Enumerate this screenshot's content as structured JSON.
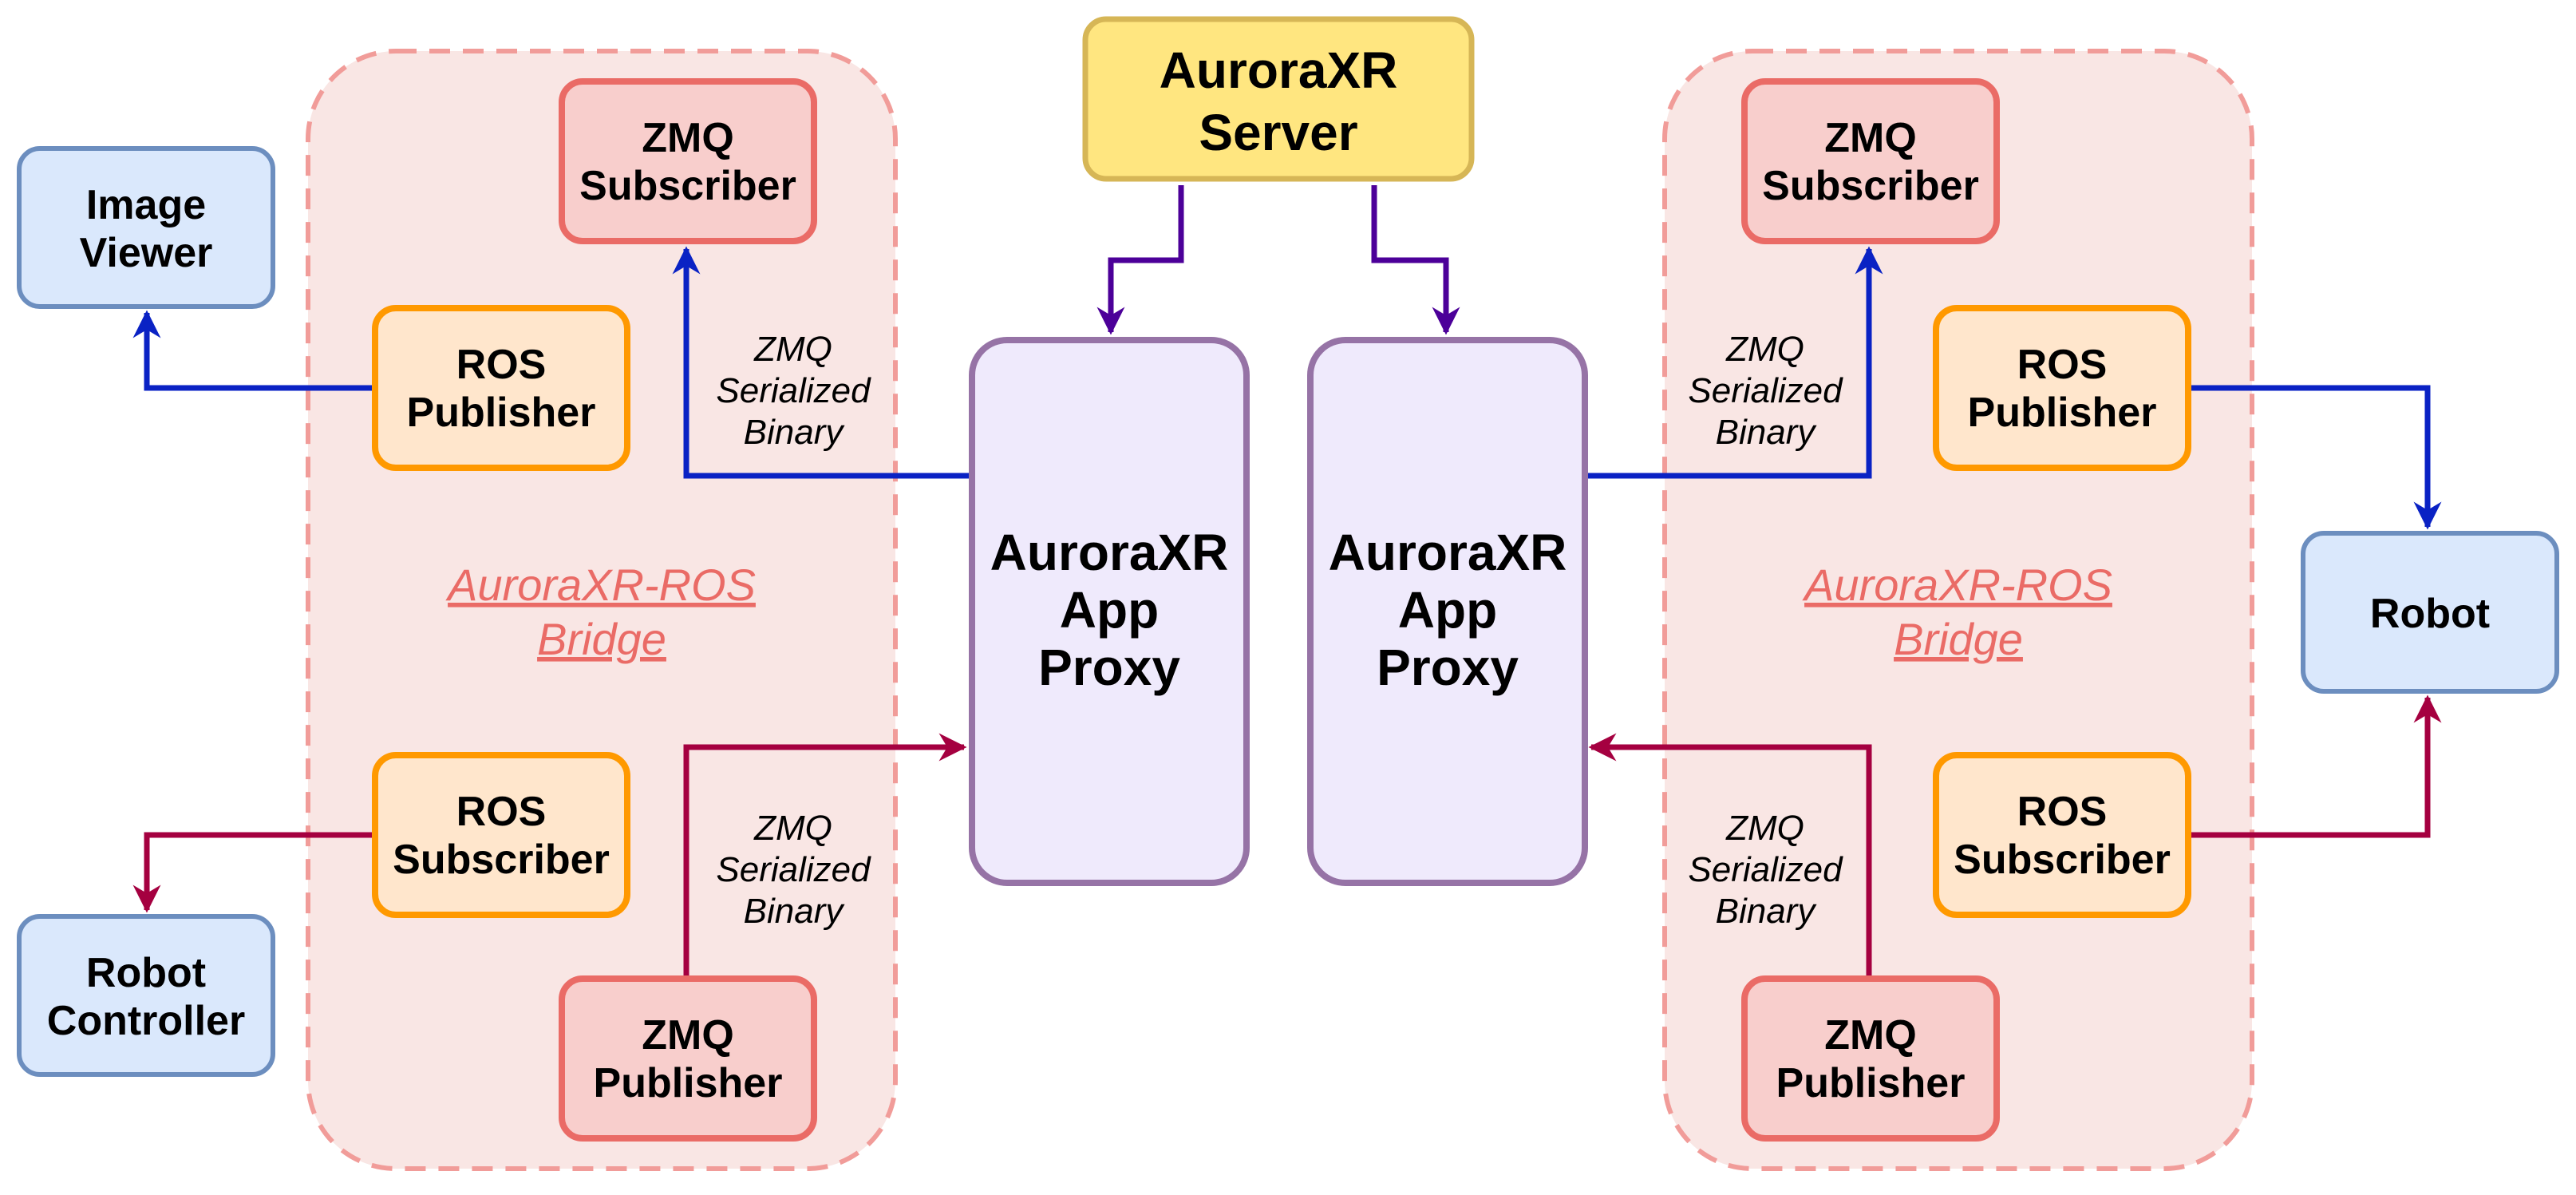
{
  "title": "",
  "colors": {
    "blue_node_fill": "#dae8fc",
    "blue_node_stroke": "#6c8ebf",
    "red_node_fill": "#f8cecc",
    "red_node_stroke": "#ea6b66",
    "orange_node_fill": "#ffe6cc",
    "orange_node_stroke": "#ff9900",
    "purple_node_fill": "#efeafc",
    "purple_node_stroke": "#9673a6",
    "yellow_node_fill": "#ffe680",
    "yellow_node_stroke": "#d6b656",
    "group_fill": "#f9e6e4",
    "group_stroke": "#f19c99",
    "edge_blue": "#0a22c4",
    "edge_red": "#a50040",
    "edge_purple": "#4c0099"
  },
  "nodes": {
    "server": {
      "label": [
        "AuroraXR",
        "Server"
      ]
    },
    "proxy_left": {
      "label": [
        "AuroraXR",
        "App",
        "Proxy"
      ]
    },
    "proxy_right": {
      "label": [
        "AuroraXR",
        "App",
        "Proxy"
      ]
    },
    "image_viewer": {
      "label": [
        "Image",
        "Viewer"
      ]
    },
    "robot_controller": {
      "label": [
        "Robot",
        "Controller"
      ]
    },
    "robot": {
      "label": [
        "Robot"
      ]
    },
    "left_zmq_subscriber": {
      "label": [
        "ZMQ",
        "Subscriber"
      ]
    },
    "left_ros_publisher": {
      "label": [
        "ROS",
        "Publisher"
      ]
    },
    "left_ros_subscriber": {
      "label": [
        "ROS",
        "Subscriber"
      ]
    },
    "left_zmq_publisher": {
      "label": [
        "ZMQ",
        "Publisher"
      ]
    },
    "right_zmq_subscriber": {
      "label": [
        "ZMQ",
        "Subscriber"
      ]
    },
    "right_ros_publisher": {
      "label": [
        "ROS",
        "Publisher"
      ]
    },
    "right_ros_subscriber": {
      "label": [
        "ROS",
        "Subscriber"
      ]
    },
    "right_zmq_publisher": {
      "label": [
        "ZMQ",
        "Publisher"
      ]
    }
  },
  "groups": {
    "left_bridge": {
      "label": [
        "AuroraXR-ROS",
        "Bridge"
      ]
    },
    "right_bridge": {
      "label": [
        "AuroraXR-ROS",
        "Bridge"
      ]
    }
  },
  "edge_labels": {
    "left_top": [
      "ZMQ",
      "Serialized",
      "Binary"
    ],
    "left_bottom": [
      "ZMQ",
      "Serialized",
      "Binary"
    ],
    "right_top": [
      "ZMQ",
      "Serialized",
      "Binary"
    ],
    "right_bottom": [
      "ZMQ",
      "Serialized",
      "Binary"
    ]
  }
}
